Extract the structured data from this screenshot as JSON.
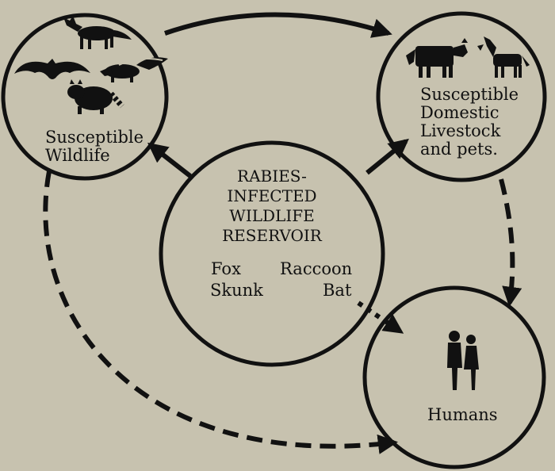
{
  "nodes": {
    "wildlife": {
      "lines": [
        "Susceptible",
        "Wildlife"
      ],
      "icons": [
        "fox-icon",
        "bat-icon",
        "skunk-icon",
        "raccoon-icon"
      ]
    },
    "domestic": {
      "lines": [
        "Susceptible",
        "Domestic",
        "Livestock",
        "and pets."
      ],
      "icons": [
        "cow-icon",
        "dog-icon"
      ]
    },
    "reservoir": {
      "title_lines": [
        "RABIES-",
        "INFECTED",
        "WILDLIFE",
        "RESERVOIR"
      ],
      "animals": [
        "Fox",
        "Raccoon",
        "Skunk",
        "Bat"
      ]
    },
    "humans": {
      "lines": [
        "Humans"
      ],
      "icons": [
        "humans-icon"
      ]
    }
  },
  "edges": [
    {
      "from": "wildlife",
      "to": "domestic",
      "style": "solid"
    },
    {
      "from": "reservoir",
      "to": "wildlife",
      "style": "solid"
    },
    {
      "from": "reservoir",
      "to": "domestic",
      "style": "solid"
    },
    {
      "from": "domestic",
      "to": "humans",
      "style": "dashed"
    },
    {
      "from": "wildlife",
      "to": "humans",
      "style": "dashed"
    },
    {
      "from": "reservoir",
      "to": "humans",
      "style": "dotted"
    }
  ],
  "colors": {
    "background": "#c7c2af",
    "ink": "#111111"
  }
}
